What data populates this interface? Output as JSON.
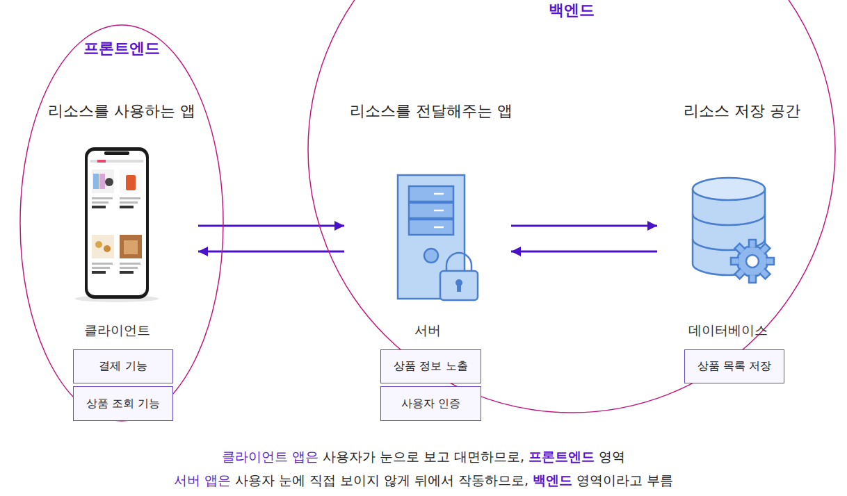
{
  "diagram": {
    "caption": "클라이언트 앱은 사용자가 눈으로 보고 대면하므로, 프론트엔드 영역 서버 앱은 사용자 눈에 직접 보이지 않게 뒤에서 작동하므로, 백엔드 영역이라고 부름",
    "nodes": [
      {
        "text": [
          "프론트엔드"
        ]
      },
      {
        "text": [
          "클라이언트"
        ],
        "in": 0
      },
      {
        "text": [
          "결제 기능"
        ],
        "in": 0
      },
      {
        "text": [
          "상품 조회 기능"
        ],
        "in": 0
      },
      {
        "text": [
          "백엔드"
        ]
      },
      {
        "text": [
          "서버"
        ],
        "in": 4
      },
      {
        "text": [
          "상품 정보 노출"
        ],
        "in": 4
      },
      {
        "text": [
          "사용자 인증"
        ],
        "in": 4
      },
      {
        "text": [
          "데이터베이스"
        ],
        "in": 4
      },
      {
        "text": [
          "상품 목록 저장"
        ],
        "in": 4
      }
    ],
    "edges": [
      {
        "from": 1,
        "to": 5,
        "arrow": "to"
      },
      {
        "from": 5,
        "to": 1,
        "arrow": "to"
      },
      {
        "from": 5,
        "to": 8,
        "arrow": "to"
      },
      {
        "from": 8,
        "to": 5,
        "arrow": "to"
      }
    ],
    "labels": [
      "리소스를 사용하는 앱",
      "리소스를 전달해주는 앱",
      "리소스 저장 공간"
    ]
  }
}
